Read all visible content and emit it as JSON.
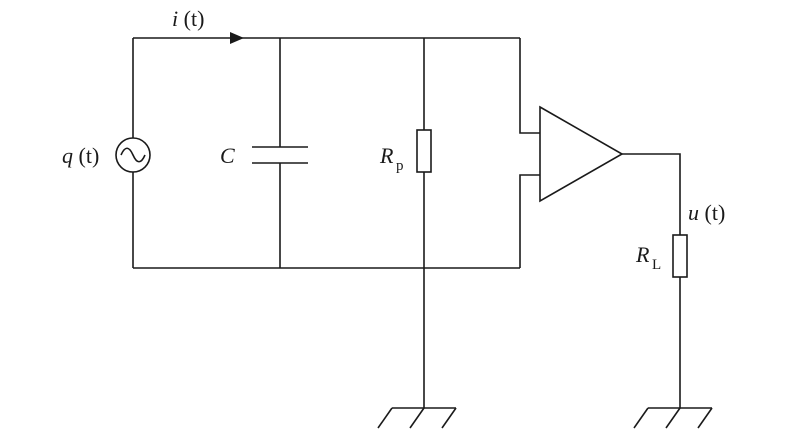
{
  "labels": {
    "current": {
      "sym": "i",
      "arg": " (t)"
    },
    "source": {
      "sym": "q",
      "arg": " (t)"
    },
    "capacitor": {
      "sym": "C"
    },
    "resistor_p": {
      "sym": "R",
      "sub": "p"
    },
    "resistor_l": {
      "sym": "R",
      "sub": "L"
    },
    "output": {
      "sym": "u",
      "arg": " (t)"
    }
  },
  "colors": {
    "line": "#1a1a1a",
    "background": "#ffffff"
  }
}
